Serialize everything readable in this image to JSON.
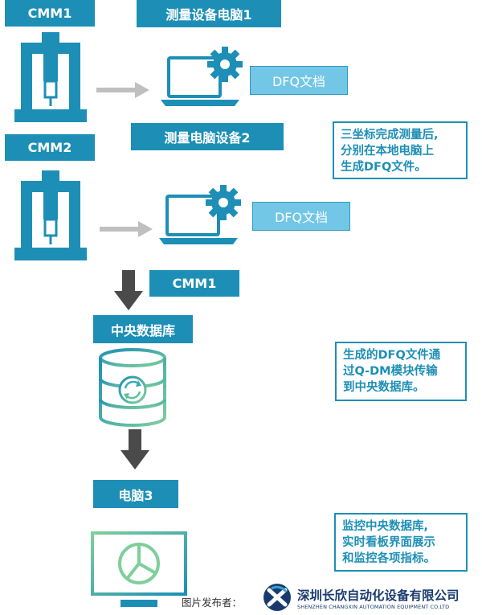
{
  "labels": {
    "cmm1_top": "CMM1",
    "device1": "测量设备电脑1",
    "device2": "测量电脑设备2",
    "cmm2": "CMM2",
    "cmm1_mid": "CMM1",
    "central_db": "中央数据库",
    "computer3": "电脑3"
  },
  "docs": {
    "doc1": "DFQ文档",
    "doc2": "DFQ文档"
  },
  "notes": {
    "note1": [
      "三坐标完成测量后,",
      "分别在本地电脑上",
      "生成DFQ文件。"
    ],
    "note2": [
      "生成的DFQ文件通",
      "过Q-DM模块传输",
      "到中央数据库。"
    ],
    "note3": [
      "监控中央数据库,",
      "实时看板界面展示",
      "和监控各项指标。"
    ]
  },
  "footer": {
    "publisher": "图片发布者：",
    "company_cn": "深圳长欣自动化设备有限公司",
    "company_en": "SHENZHEN CHANGXIN AUTOMATION EQUIPMENT CO.LTD"
  },
  "colors": {
    "primary_blue": "#1d8fb6",
    "light_blue": "#72c6e6",
    "arrow_gray": "#bfbfbf",
    "arrow_dark": "#4a4a4a",
    "green": "#7ecf9a"
  }
}
